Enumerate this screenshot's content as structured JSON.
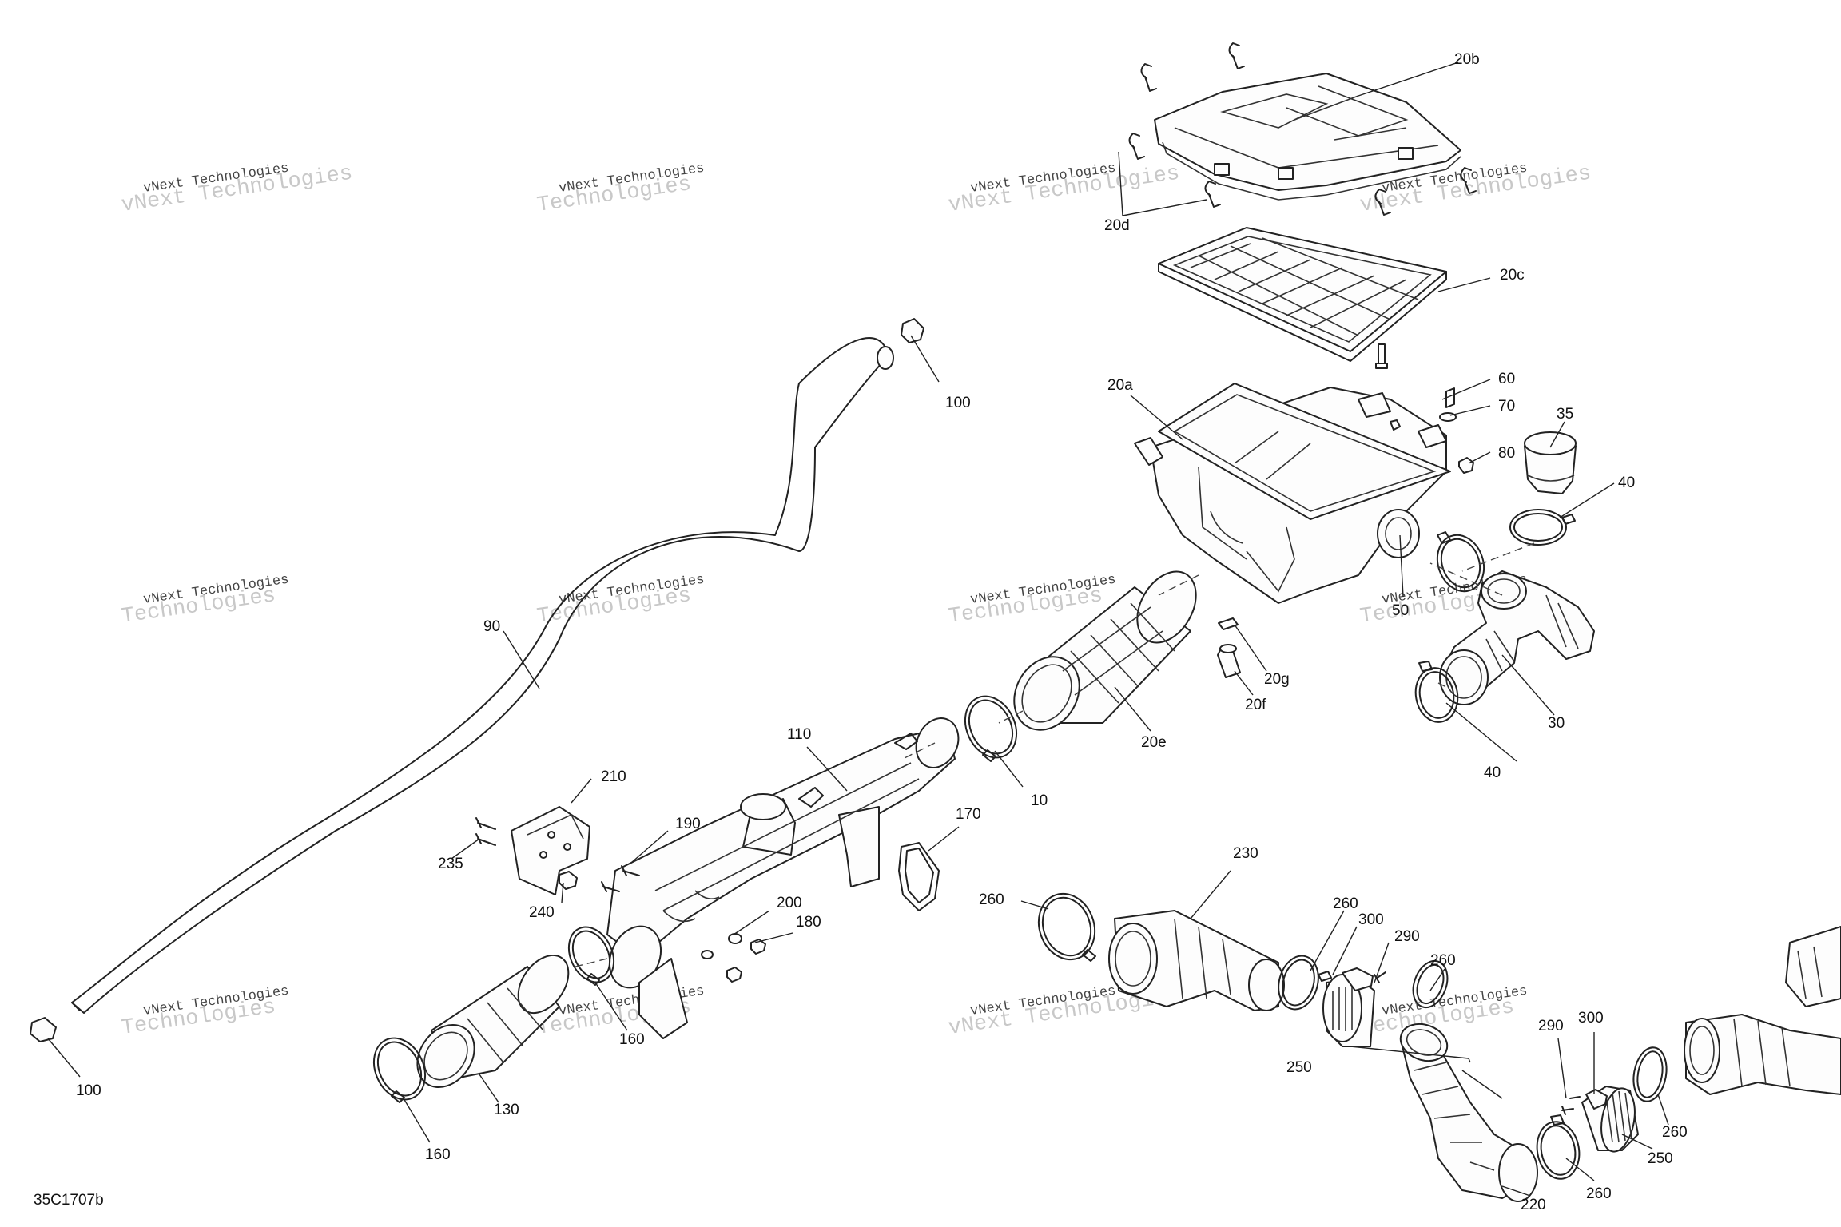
{
  "figure_code": "35C1707b",
  "watermark": {
    "line1": "vNext Technologies",
    "line2": "Technologies",
    "line3": "vNext"
  },
  "callouts": [
    "20b",
    "20d",
    "20c",
    "20a",
    "60",
    "70",
    "80",
    "35",
    "40",
    "50",
    "30",
    "40",
    "20g",
    "20f",
    "20e",
    "100",
    "90",
    "10",
    "110",
    "210",
    "235",
    "240",
    "190",
    "200",
    "180",
    "170",
    "160",
    "130",
    "160",
    "100",
    "260",
    "230",
    "260",
    "300",
    "290",
    "260",
    "250",
    "220",
    "290",
    "300",
    "260",
    "250",
    "260"
  ]
}
